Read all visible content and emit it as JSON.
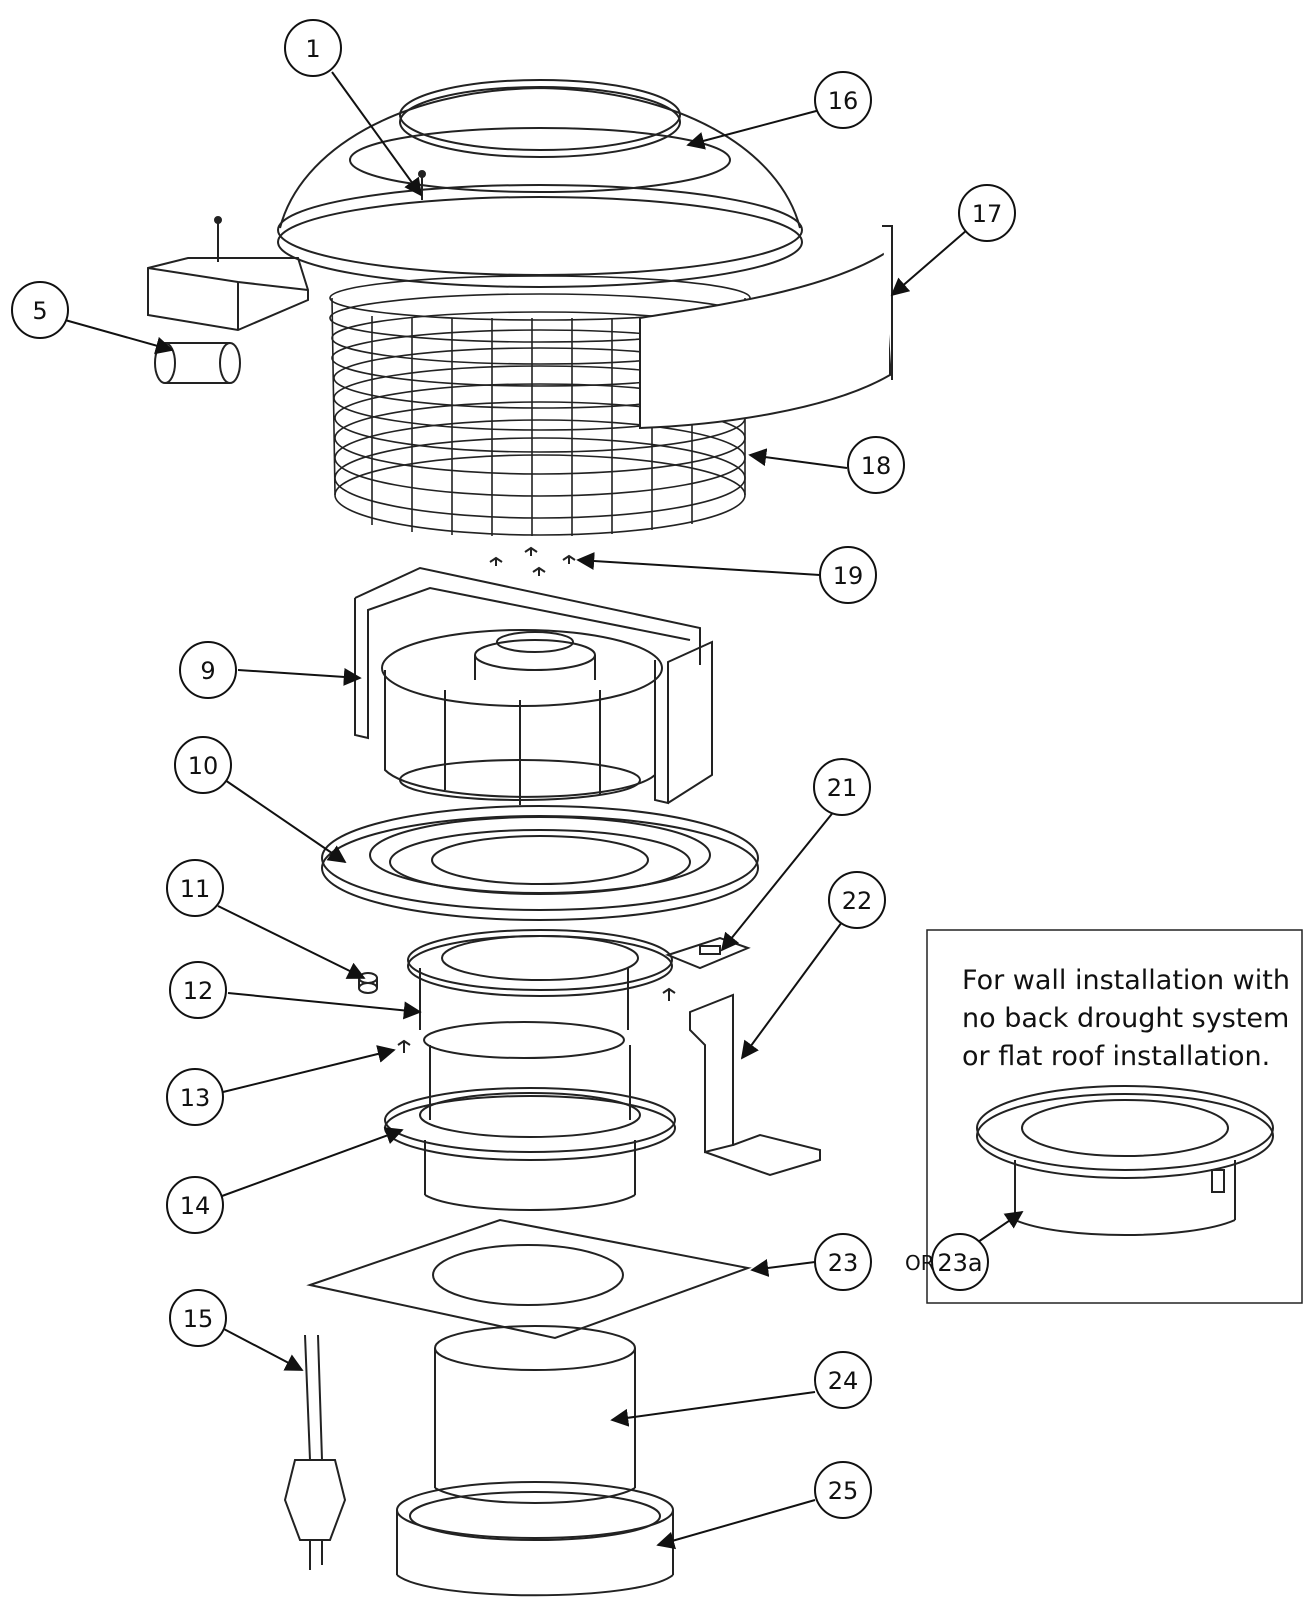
{
  "callouts": [
    {
      "id": "1",
      "label": "1"
    },
    {
      "id": "16",
      "label": "16"
    },
    {
      "id": "17",
      "label": "17"
    },
    {
      "id": "5",
      "label": "5"
    },
    {
      "id": "18",
      "label": "18"
    },
    {
      "id": "19",
      "label": "19"
    },
    {
      "id": "9",
      "label": "9"
    },
    {
      "id": "10",
      "label": "10"
    },
    {
      "id": "21",
      "label": "21"
    },
    {
      "id": "11",
      "label": "11"
    },
    {
      "id": "22",
      "label": "22"
    },
    {
      "id": "12",
      "label": "12"
    },
    {
      "id": "13",
      "label": "13"
    },
    {
      "id": "14",
      "label": "14"
    },
    {
      "id": "23",
      "label": "23"
    },
    {
      "id": "23a",
      "label": "23a"
    },
    {
      "id": "15",
      "label": "15"
    },
    {
      "id": "24",
      "label": "24"
    },
    {
      "id": "25",
      "label": "25"
    }
  ],
  "or_label": "OR",
  "note_lines": [
    "For wall installation with",
    "no back drought system",
    "or flat roof installation."
  ]
}
